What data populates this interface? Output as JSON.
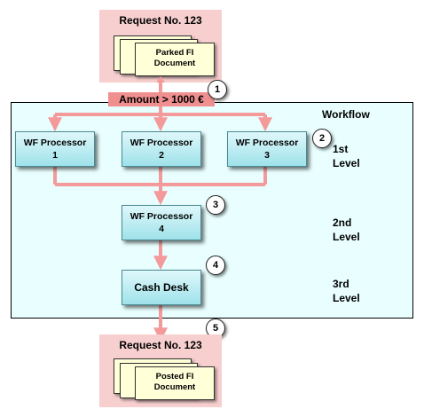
{
  "top_request": {
    "title": "Request No. 123",
    "doc_line1": "Parked FI",
    "doc_line2": "Document"
  },
  "amount_label": "Amount > 1000 €",
  "workflow_label": "Workflow",
  "processors": [
    {
      "line1": "WF Processor",
      "line2": "1"
    },
    {
      "line1": "WF Processor",
      "line2": "2"
    },
    {
      "line1": "WF Processor",
      "line2": "3"
    },
    {
      "line1": "WF Processor",
      "line2": "4"
    }
  ],
  "cash_desk": "Cash Desk",
  "levels": [
    {
      "line1": "1st",
      "line2": "Level"
    },
    {
      "line1": "2nd",
      "line2": "Level"
    },
    {
      "line1": "3rd",
      "line2": "Level"
    }
  ],
  "steps": [
    "1",
    "2",
    "3",
    "4",
    "5"
  ],
  "bottom_request": {
    "title": "Request No. 123",
    "doc_line1": "Posted FI",
    "doc_line2": "Document"
  },
  "colors": {
    "arrow": "#f49a9a",
    "request_bg": "#f7cfcf",
    "workflow_bg": "#e9ffff",
    "processor": "#9fe2ea",
    "paper": "#ffffd8"
  }
}
